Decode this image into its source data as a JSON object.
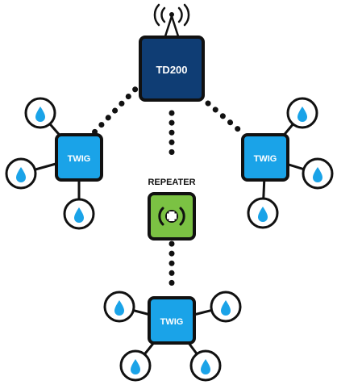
{
  "gateway": {
    "label": "TD200",
    "color": "#0f3d74"
  },
  "repeater": {
    "caption": "REPEATER",
    "color": "#7bc243",
    "symbol": "(+)"
  },
  "twigs": [
    {
      "label": "TWIG",
      "sensors": 3
    },
    {
      "label": "TWIG",
      "sensors": 3
    },
    {
      "label": "TWIG",
      "sensors": 4
    }
  ],
  "colors": {
    "twig": "#1aa3e8",
    "sensor_drop": "#1aa3e8",
    "outline": "#111111"
  },
  "icons": {
    "gateway_antenna": "wifi-antenna-icon",
    "sensor": "water-drop-icon",
    "repeater": "repeater-plus-icon"
  }
}
